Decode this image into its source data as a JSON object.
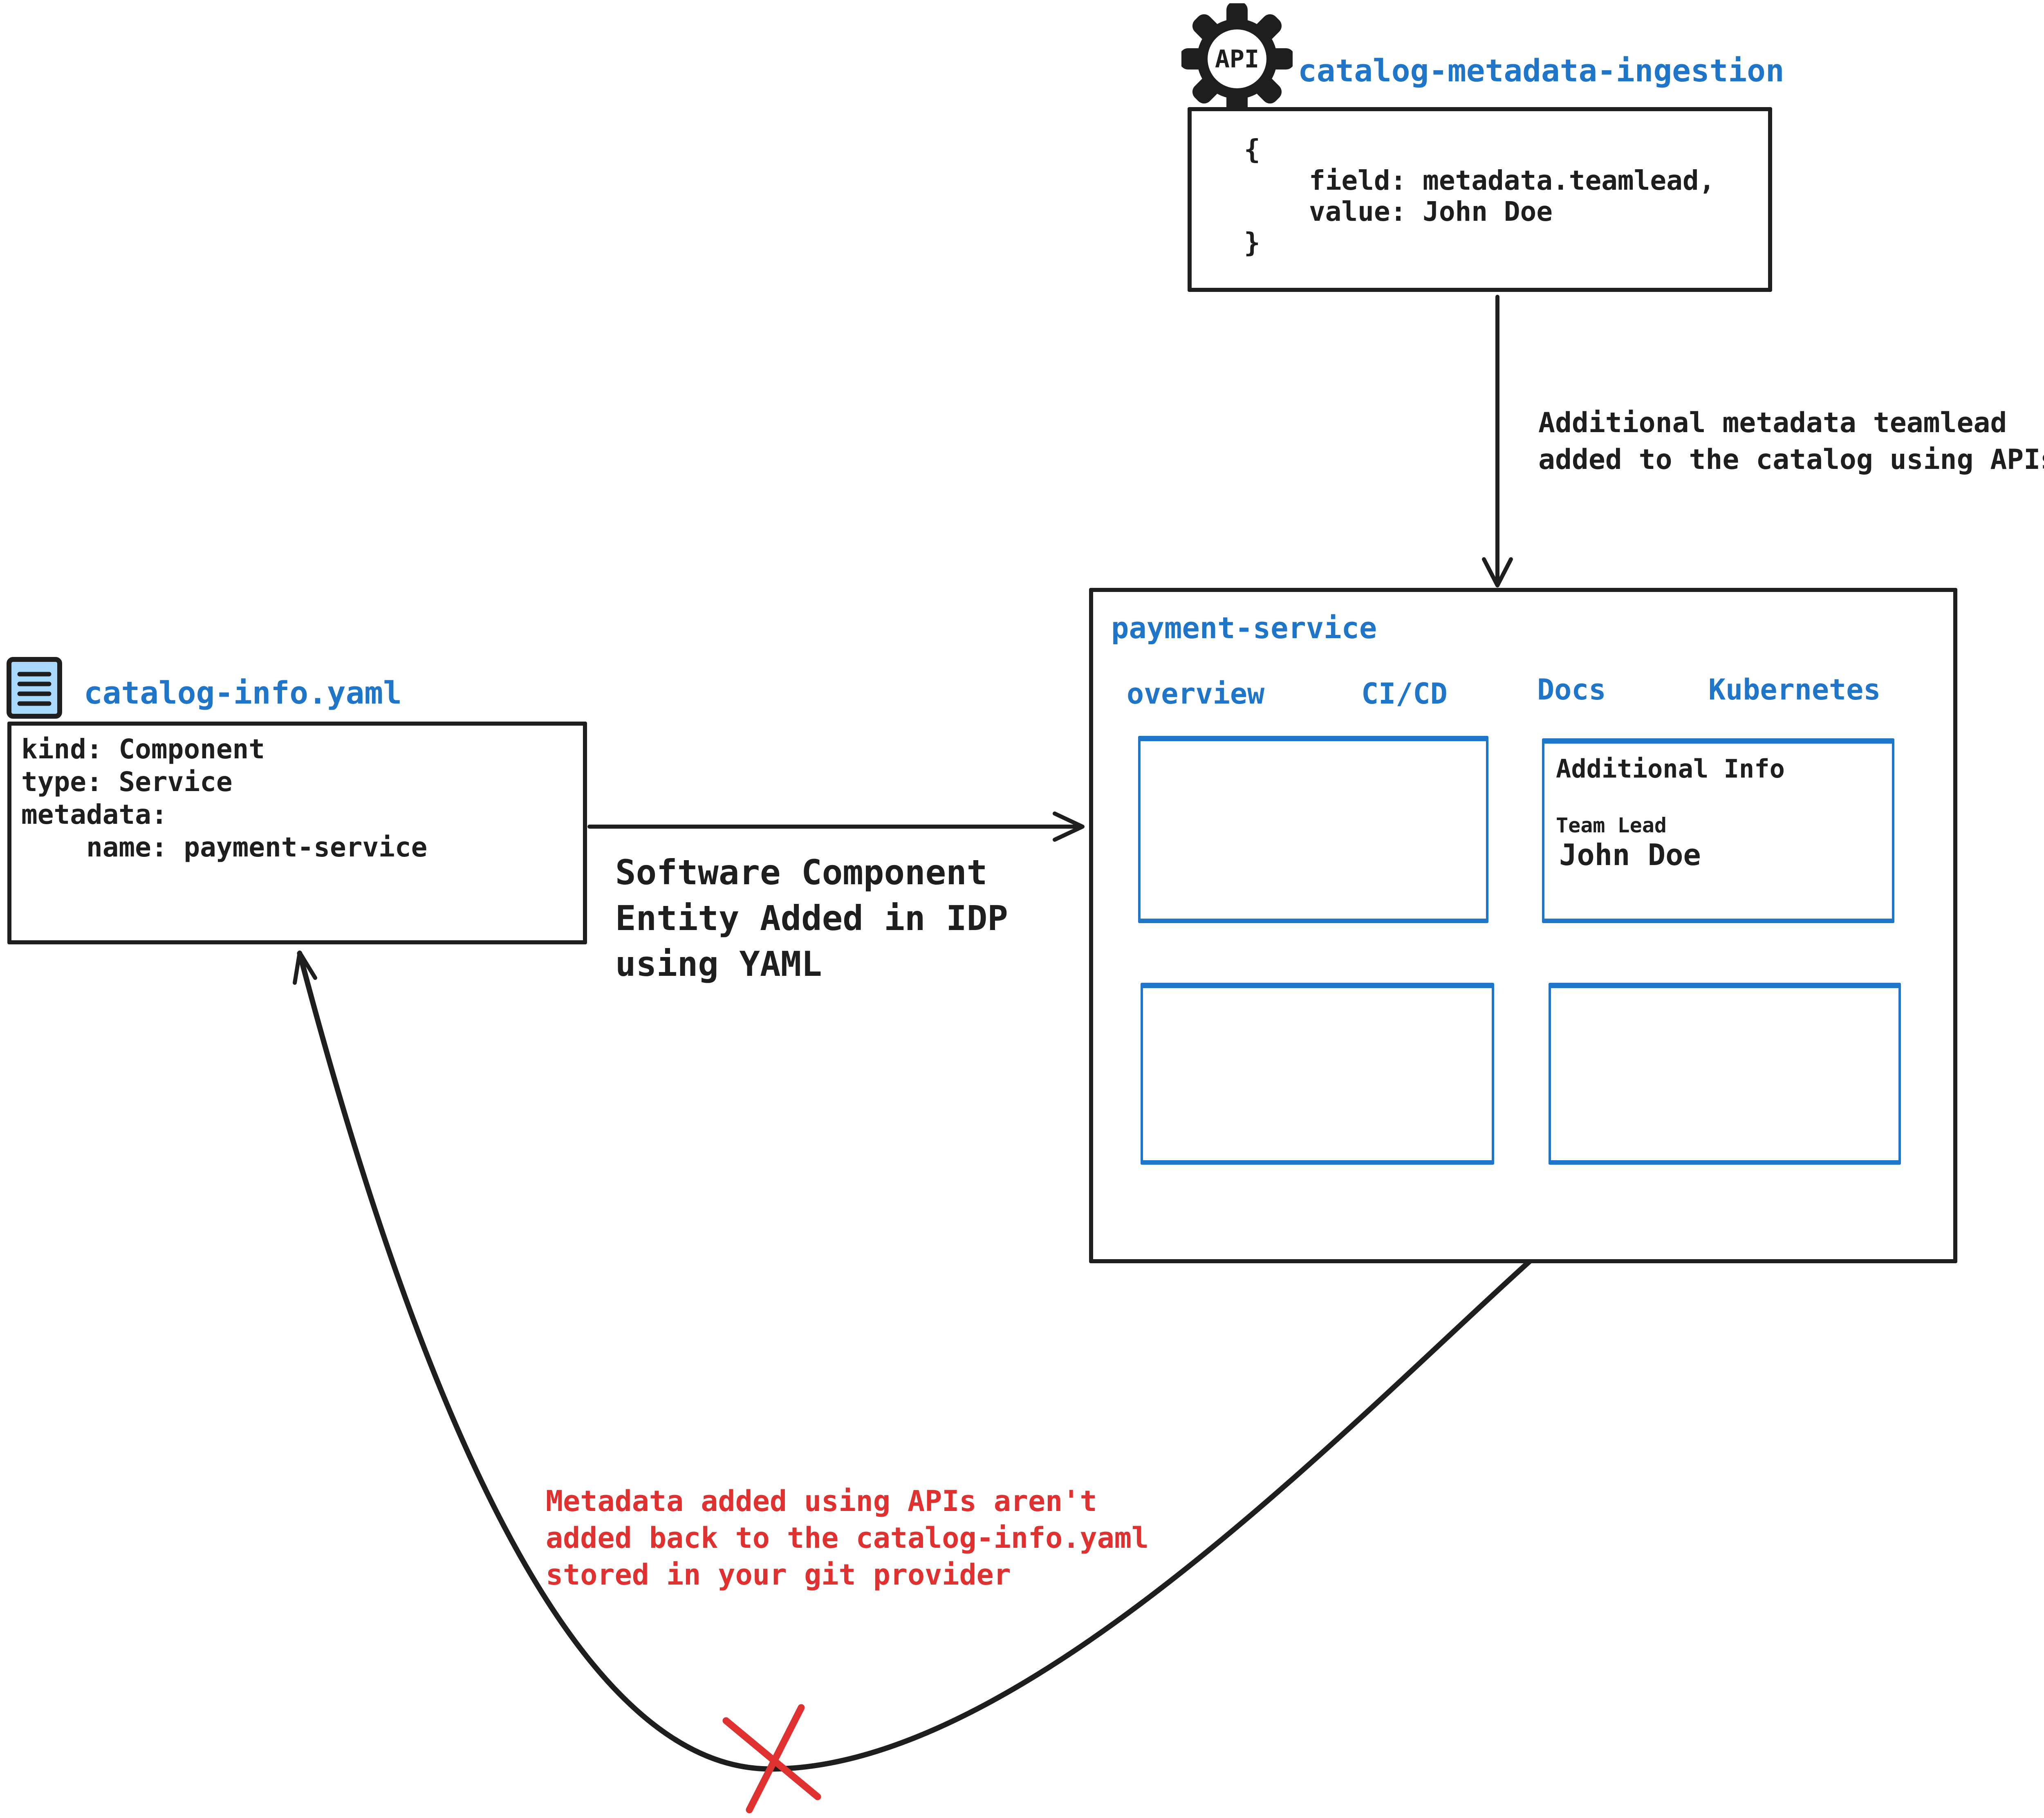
{
  "colors": {
    "ink_black": "#1e1e1e",
    "accent_blue": "#1f76c8",
    "warning_red": "#e03131",
    "file_icon_fill": "#a8d9fd"
  },
  "api_box": {
    "icon_label": "API",
    "title": "catalog-metadata-ingestion",
    "lines": [
      "{",
      "    field: metadata.teamlead,",
      "    value: John Doe",
      "}"
    ]
  },
  "api_arrow_label": {
    "line1": "Additional metadata teamlead",
    "line2": "added to the catalog using APIs"
  },
  "yaml_file": {
    "title": "catalog-info.yaml",
    "lines": [
      "kind: Component",
      "type: Service",
      "metadata:",
      "    name: payment-service"
    ]
  },
  "yaml_arrow_label": {
    "line1": "Software Component",
    "line2": "Entity Added in IDP",
    "line3": "using YAML"
  },
  "idp_window": {
    "title": "payment-service",
    "tabs": [
      {
        "label": "overview"
      },
      {
        "label": "CI/CD"
      },
      {
        "label": "Docs"
      },
      {
        "label": "Kubernetes"
      }
    ],
    "additional_info_panel": {
      "heading": "Additional Info",
      "field_label": "Team Lead",
      "field_value": "John Doe"
    }
  },
  "warning_note": {
    "line1": "Metadata added using APIs aren't",
    "line2": "added back to the catalog-info.yaml",
    "line3": "stored in your git provider"
  }
}
